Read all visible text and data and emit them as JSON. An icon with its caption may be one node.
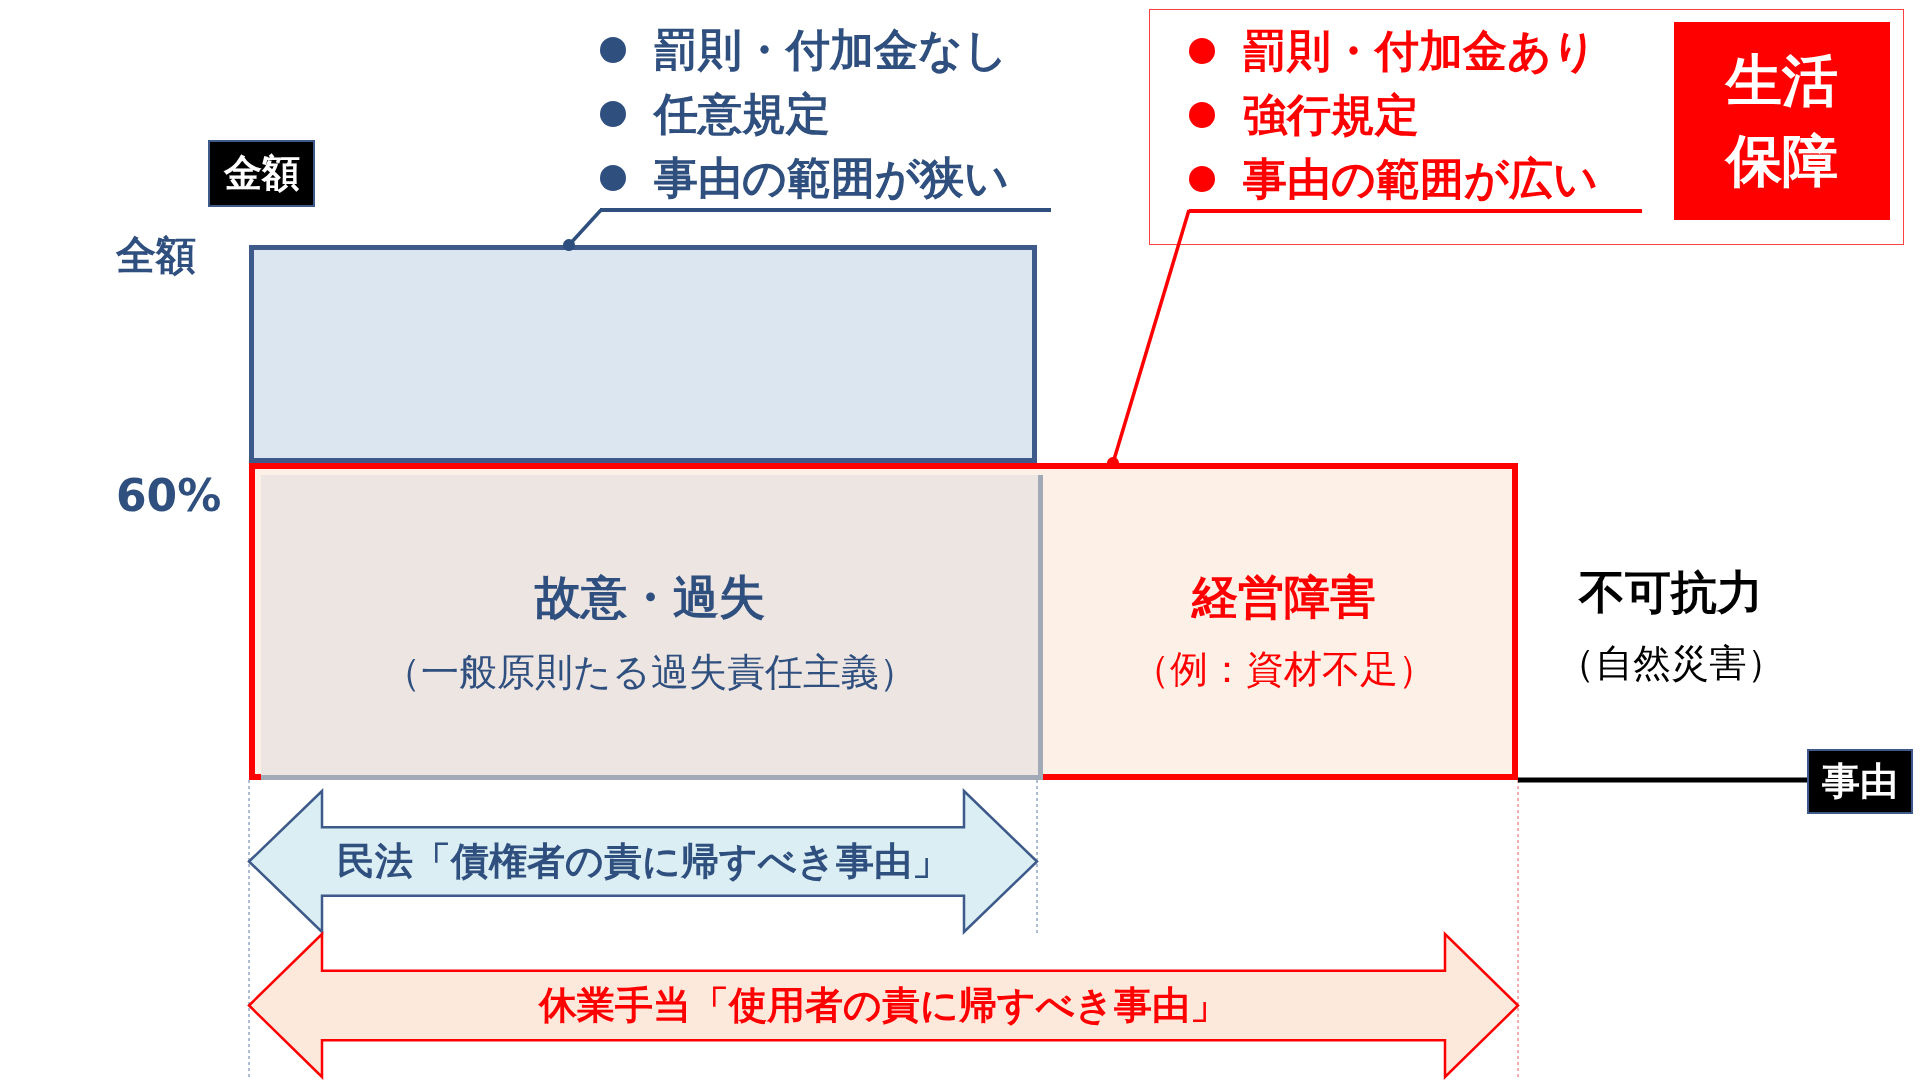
{
  "diagram": {
    "nodes": [
      {
        "text": [
          "罰則・付加金なし",
          "任意規定",
          "事由の範囲が狭い"
        ]
      },
      {
        "text": [],
        "shape": "box"
      },
      {
        "text": [
          "罰則・付加金あり",
          "強行規定",
          "事由の範囲が広い"
        ],
        "in": 1
      },
      {
        "text": [
          "生活保障"
        ],
        "in": 1
      },
      {
        "text": [
          "金額"
        ]
      },
      {
        "text": [],
        "shape": "box"
      },
      {
        "text": [],
        "shape": "box"
      },
      {
        "text": [
          "故意・過失",
          "（一般原則たる過失責任主義）"
        ],
        "in": 6
      },
      {
        "text": [
          "経営障害",
          "（例：資材不足）"
        ],
        "in": 6
      },
      {
        "text": [
          "事由"
        ]
      },
      {
        "text": [
          "民法「債権者の責に帰すべき事由」"
        ]
      },
      {
        "text": [
          "休業手当「使用者の責に帰すべき事由」"
        ]
      }
    ],
    "edges": [
      {
        "from": 0,
        "to": 5,
        "arrow": "other",
        "color": "#2f4f7f"
      },
      {
        "from": 2,
        "to": 6,
        "arrow": "other",
        "color": "#ff0000"
      }
    ],
    "labels": [
      "全額",
      "60%",
      "不可抗力",
      "（自然災害）"
    ]
  }
}
